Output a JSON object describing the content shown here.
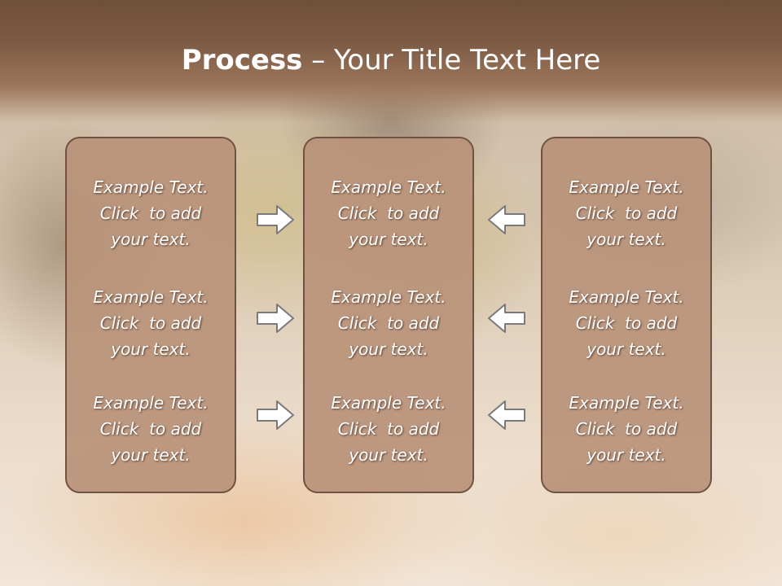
{
  "title": {
    "strong": "Process",
    "rest": " – Your Title Text Here"
  },
  "columns": [
    {
      "blocks": [
        [
          "Example Text.",
          "Click  to add",
          "your text."
        ],
        [
          "Example Text.",
          "Click  to add",
          "your text."
        ],
        [
          "Example Text.",
          "Click  to add",
          "your text."
        ]
      ]
    },
    {
      "blocks": [
        [
          "Example Text.",
          "Click  to add",
          "your text."
        ],
        [
          "Example Text.",
          "Click  to add",
          "your text."
        ],
        [
          "Example Text.",
          "Click  to add",
          "your text."
        ]
      ]
    },
    {
      "blocks": [
        [
          "Example Text.",
          "Click  to add",
          "your text."
        ],
        [
          "Example Text.",
          "Click  to add",
          "your text."
        ],
        [
          "Example Text.",
          "Click  to add",
          "your text."
        ]
      ]
    }
  ],
  "arrows": {
    "left_group": "right-arrow-icon",
    "right_group": "left-arrow-icon"
  },
  "colors": {
    "panel": "#b99279",
    "panel_border": "#6f5242",
    "header": "#7d5b44",
    "arrow_fill": "#ffffff",
    "arrow_stroke": "#7a7a7a"
  }
}
